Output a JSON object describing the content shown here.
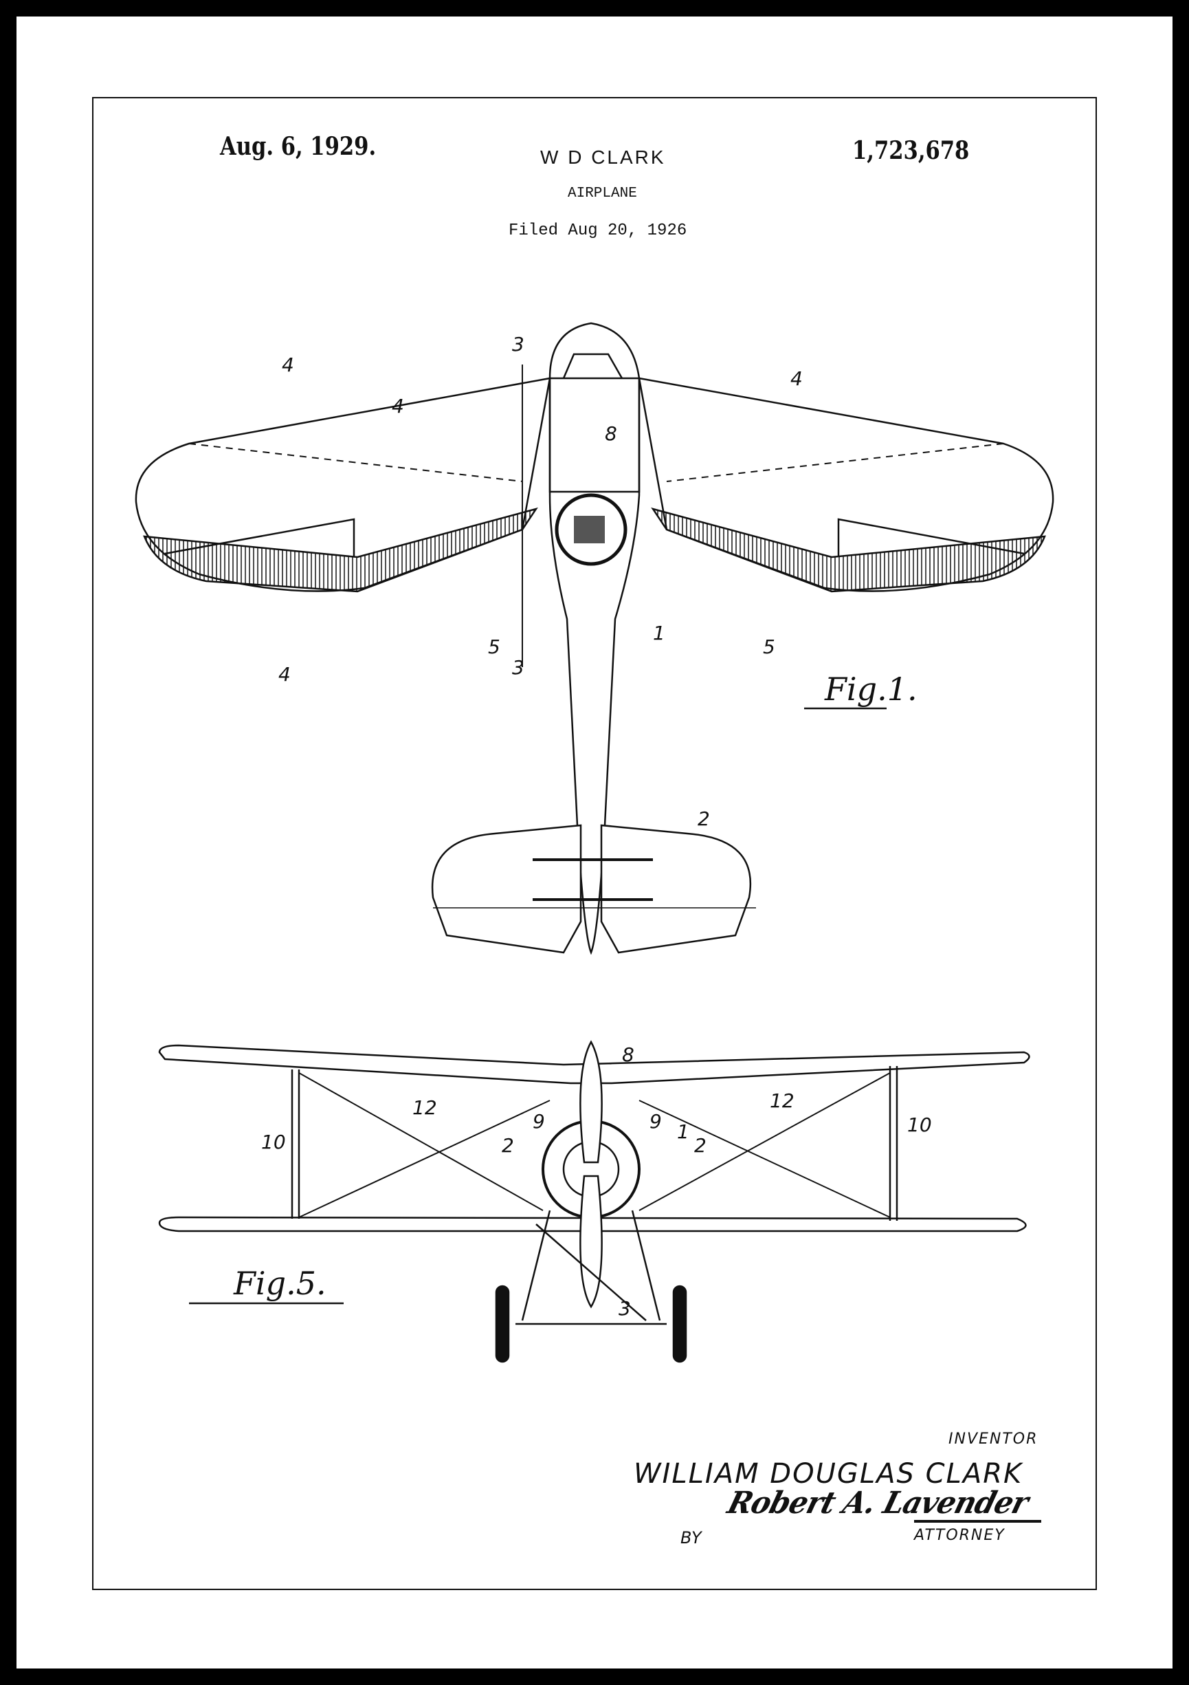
{
  "header": {
    "date": "Aug. 6, 1929.",
    "inventor_short": "W D CLARK",
    "patent_number": "1,723,678",
    "title": "AIRPLANE",
    "filed": "Filed Aug  20, 1926"
  },
  "figures": {
    "fig1_label": "Fig.1.",
    "fig5_label": "Fig.5.",
    "fig1_refs": [
      "4",
      "4",
      "4",
      "4",
      "8",
      "3",
      "3",
      "5",
      "5",
      "1",
      "2"
    ],
    "fig5_refs": [
      "8",
      "9",
      "9",
      "1",
      "2",
      "2",
      "12",
      "12",
      "10",
      "10",
      "3"
    ]
  },
  "signature": {
    "inventor_label": "INVENTOR",
    "inventor_name": "WILLIAM DOUGLAS CLARK",
    "by": "BY",
    "attorney_signature": "Robert A. Lavender",
    "attorney_label": "ATTORNEY"
  }
}
